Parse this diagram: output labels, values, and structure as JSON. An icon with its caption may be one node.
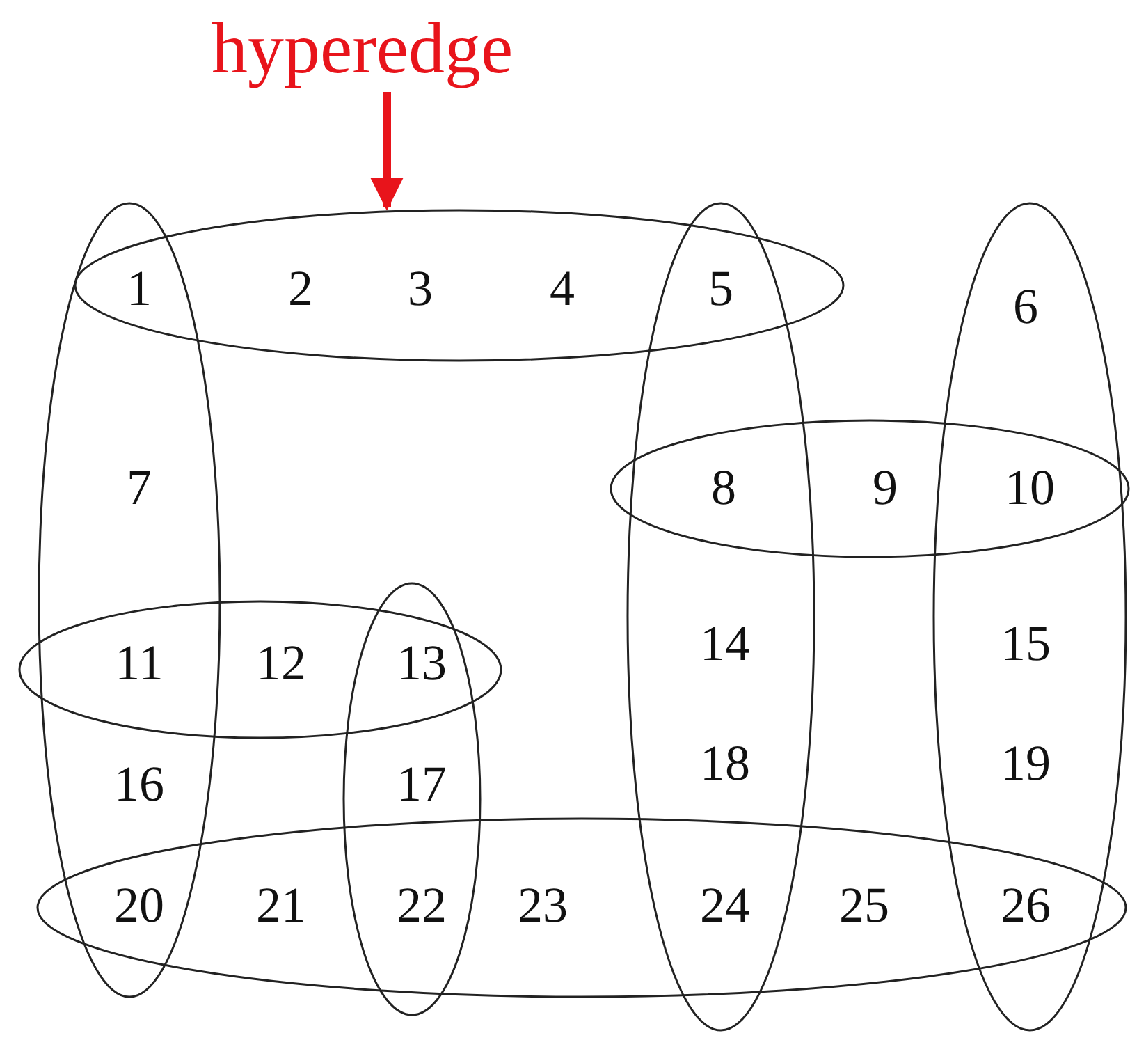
{
  "diagram": {
    "nodes": [
      {
        "text": [
          "hyperedge"
        ]
      },
      {
        "text": [],
        "shape": "ellipse"
      },
      {
        "text": [],
        "shape": "ellipse"
      },
      {
        "text": [],
        "shape": "ellipse"
      },
      {
        "text": [],
        "shape": "ellipse"
      },
      {
        "text": [],
        "shape": "ellipse"
      },
      {
        "text": [],
        "shape": "ellipse"
      },
      {
        "text": [],
        "shape": "ellipse"
      },
      {
        "text": [],
        "shape": "ellipse"
      }
    ],
    "edges": [
      {
        "from": 0,
        "to": 2,
        "arrow": "to",
        "color": "#e8141b"
      }
    ],
    "labels": [
      "1",
      "2",
      "3",
      "4",
      "5",
      "6",
      "7",
      "8",
      "9",
      "10",
      "11",
      "12",
      "13",
      "14",
      "15",
      "16",
      "17",
      "18",
      "19",
      "20",
      "21",
      "22",
      "23",
      "24",
      "25",
      "26"
    ]
  }
}
